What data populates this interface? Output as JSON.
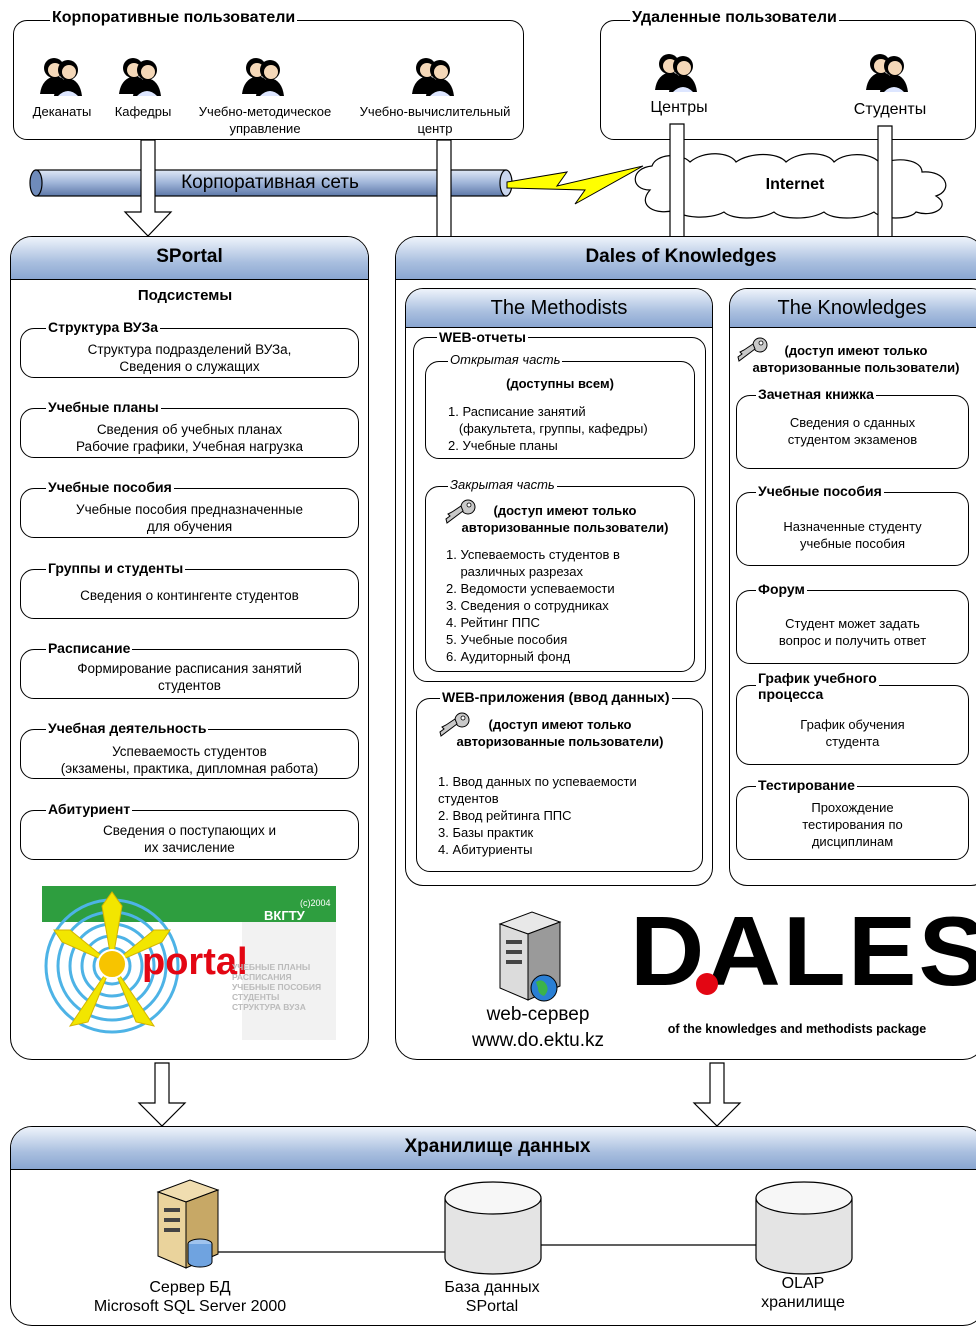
{
  "corporate": {
    "title": "Корпоративные пользователи",
    "users": [
      "Деканаты",
      "Кафедры",
      "Учебно-методическое управление",
      "Учебно-вычислительный центр"
    ]
  },
  "remote": {
    "title": "Удаленные пользователи",
    "users": [
      "Центры",
      "Студенты"
    ]
  },
  "network": {
    "corporate": "Корпоративная сеть",
    "internet": "Internet"
  },
  "sportal": {
    "title": "SPortal",
    "subsystems_title": "Подсистемы",
    "groups": [
      {
        "title": "Структура ВУЗа",
        "text": "Структура подразделений ВУЗа,\nСведения о служащих"
      },
      {
        "title": "Учебные планы",
        "text": "Сведения об учебных планах\nРабочие графики, Учебная нагрузка"
      },
      {
        "title": "Учебные пособия",
        "text": "Учебные пособия предназначенные\nдля обучения"
      },
      {
        "title": "Группы и студенты",
        "text": "Сведения о контингенте студентов"
      },
      {
        "title": "Расписание",
        "text": "Формирование расписания занятий\nстудентов"
      },
      {
        "title": "Учебная деятельность",
        "text": "Успеваемость студентов\n(экзамены, практика, дипломная работа)"
      },
      {
        "title": "Абитуриент",
        "text": "Сведения о поступающих и\nих зачисление"
      }
    ],
    "logo": {
      "brand": "ВКГТУ",
      "year": "(c)2004",
      "word": "portal",
      "menu": [
        "УЧЕБНЫЕ ПЛАНЫ",
        "РАСПИСАНИЯ",
        "УЧЕБНЫЕ ПОСОБИЯ",
        "СТУДЕНТЫ",
        "СТРУКТУРА ВУЗА"
      ]
    }
  },
  "dales": {
    "title": "Dales of Knowledges",
    "methodists": {
      "title": "The Methodists",
      "web_reports": "WEB-отчеты",
      "open_part": "Открытая часть",
      "open_access": "(доступны всем)",
      "open_items": [
        "1. Расписание занятий\n   (факультета, группы, кафедры)",
        "2. Учебные планы"
      ],
      "closed_part": "Закрытая часть",
      "closed_access": "(доступ имеют только\nавторизованные пользователи)",
      "closed_items": [
        "1. Успеваемость студентов в\n    различных разрезах",
        "2. Ведомости успеваемости",
        "3. Сведения о сотрудниках",
        "4. Рейтинг ППС",
        "5. Учебные пособия",
        "6. Аудиторный фонд"
      ],
      "web_apps": "WEB-приложения (ввод данных)",
      "apps_access": "(доступ имеют только\nавторизованные пользователи)",
      "apps_items": [
        "1. Ввод данных по успеваемости\nстудентов",
        "2. Ввод рейтинга ППС",
        "3. Базы практик",
        "4. Абитуриенты"
      ]
    },
    "knowledges": {
      "title": "The Knowledges",
      "access": "(доступ имеют только\nавторизованные пользователи)",
      "groups": [
        {
          "title": "Зачетная книжка",
          "text": "Сведения о сданных\nстудентом экзаменов"
        },
        {
          "title": "Учебные пособия",
          "text": "Назначенные студенту\nучебные пособия"
        },
        {
          "title": "Форум",
          "text": "Студент может задать\nвопрос и получить ответ"
        },
        {
          "title": "График учебного\nпроцесса",
          "text": "График обучения\nстудента"
        },
        {
          "title": "Тестирование",
          "text": "Прохождение\nтестирования по\nдисциплинам"
        }
      ]
    },
    "server": {
      "label": "web-сервер",
      "url": "www.do.ektu.kz"
    },
    "logo": {
      "word": "DALES",
      "subtitle": "of the knowledges and methodists package"
    }
  },
  "storage": {
    "title": "Хранилище данных",
    "items": [
      {
        "line1": "Сервер БД",
        "line2": "Microsoft SQL Server 2000"
      },
      {
        "line1": "База данных",
        "line2": "SPortal"
      },
      {
        "line1": "OLAP",
        "line2": "хранилище"
      }
    ]
  },
  "colors": {
    "header_blue": "#8aa6d1",
    "pipe_blue": "#7f99c4",
    "bolt_yellow": "#ffff00",
    "logo_green": "#2e9e3f",
    "logo_red": "#e30613"
  }
}
